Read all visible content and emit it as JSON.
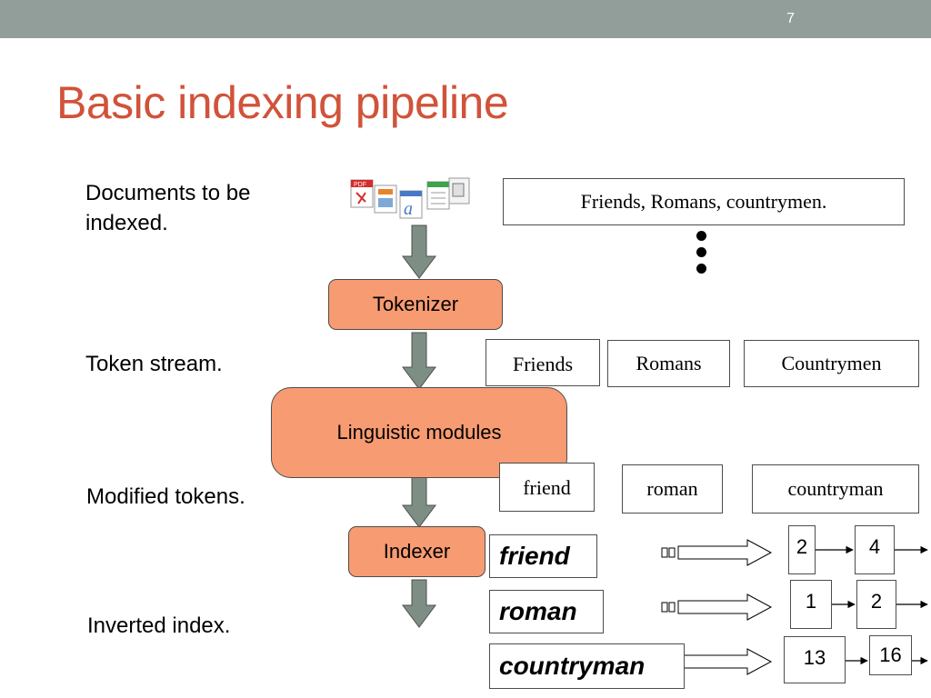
{
  "slide": {
    "page_number": "7",
    "title": "Basic indexing pipeline"
  },
  "labels": {
    "documents": "Documents to be indexed.",
    "token_stream": "Token stream.",
    "modified_tokens": "Modified tokens.",
    "inverted_index": "Inverted index."
  },
  "stages": {
    "tokenizer": "Tokenizer",
    "linguistic": "Linguistic modules",
    "indexer": "Indexer"
  },
  "document_text": "Friends, Romans, countrymen.",
  "document_icons": [
    "pdf-icon",
    "presentation-icon",
    "word-icon",
    "spreadsheet-icon"
  ],
  "tokens": [
    "Friends",
    "Romans",
    "Countrymen"
  ],
  "modified_tokens": [
    "friend",
    "roman",
    "countryman"
  ],
  "index": [
    {
      "term": "friend",
      "postings": [
        "2",
        "4"
      ]
    },
    {
      "term": "roman",
      "postings": [
        "1",
        "2"
      ]
    },
    {
      "term": "countryman",
      "postings": [
        "13",
        "16"
      ]
    }
  ],
  "colors": {
    "title": "#d0533a",
    "topbar": "#929e99",
    "stage_fill": "#f79b72",
    "arrow_fill": "#7d8f85"
  }
}
